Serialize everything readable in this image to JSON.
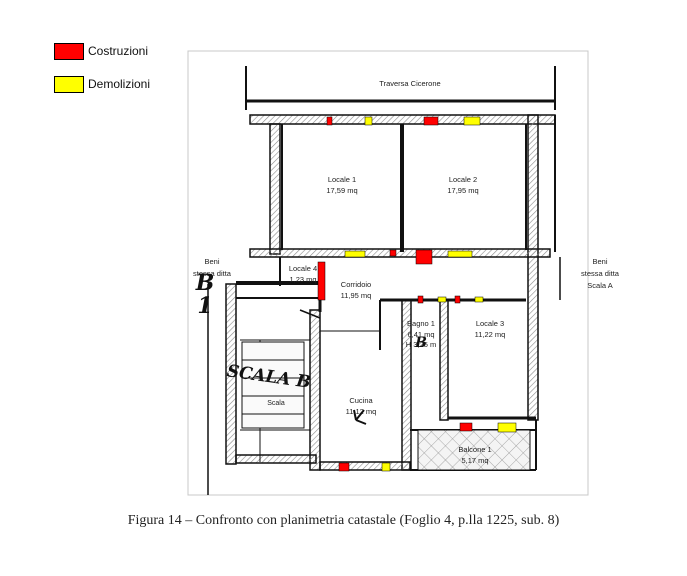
{
  "legend": [
    {
      "label": "Costruzioni",
      "color": "#ff0000"
    },
    {
      "label": "Demolizioni",
      "color": "#ffff00"
    }
  ],
  "colors": {
    "construction": "#ff0000",
    "demolition": "#ffff00",
    "wall": "#1a1a1a",
    "hatch": "#9a9a9a"
  },
  "plan": {
    "street": "Traversa Cicerone",
    "left_note": [
      "Beni",
      "stessa ditta"
    ],
    "right_note": [
      "Beni",
      "stessa ditta",
      "Scala A"
    ],
    "rooms": [
      {
        "name": "Locale 1",
        "area": "17,59 mq"
      },
      {
        "name": "Locale 2",
        "area": "17,95 mq"
      },
      {
        "name": "Locale 4",
        "area": "1,23 mq"
      },
      {
        "name": "Corridoio",
        "area": "11,95 mq"
      },
      {
        "name": "Bagno 1",
        "area": "6,41 mq",
        "extra": "H 3,25 m"
      },
      {
        "name": "Locale 3",
        "area": "11,22 mq"
      },
      {
        "name": "Cucina",
        "area": "11,12 mq"
      },
      {
        "name": "Balcone 1",
        "area": "5,17 mq"
      }
    ],
    "stair": {
      "handwritten": "SCALA B",
      "label": "Scala"
    },
    "left_handwritten": [
      "B",
      "1"
    ],
    "bagno_mark": "B"
  },
  "caption": "Figura 14 – Confronto con planimetria catastale (Foglio 4, p.lla 1225, sub. 8)"
}
